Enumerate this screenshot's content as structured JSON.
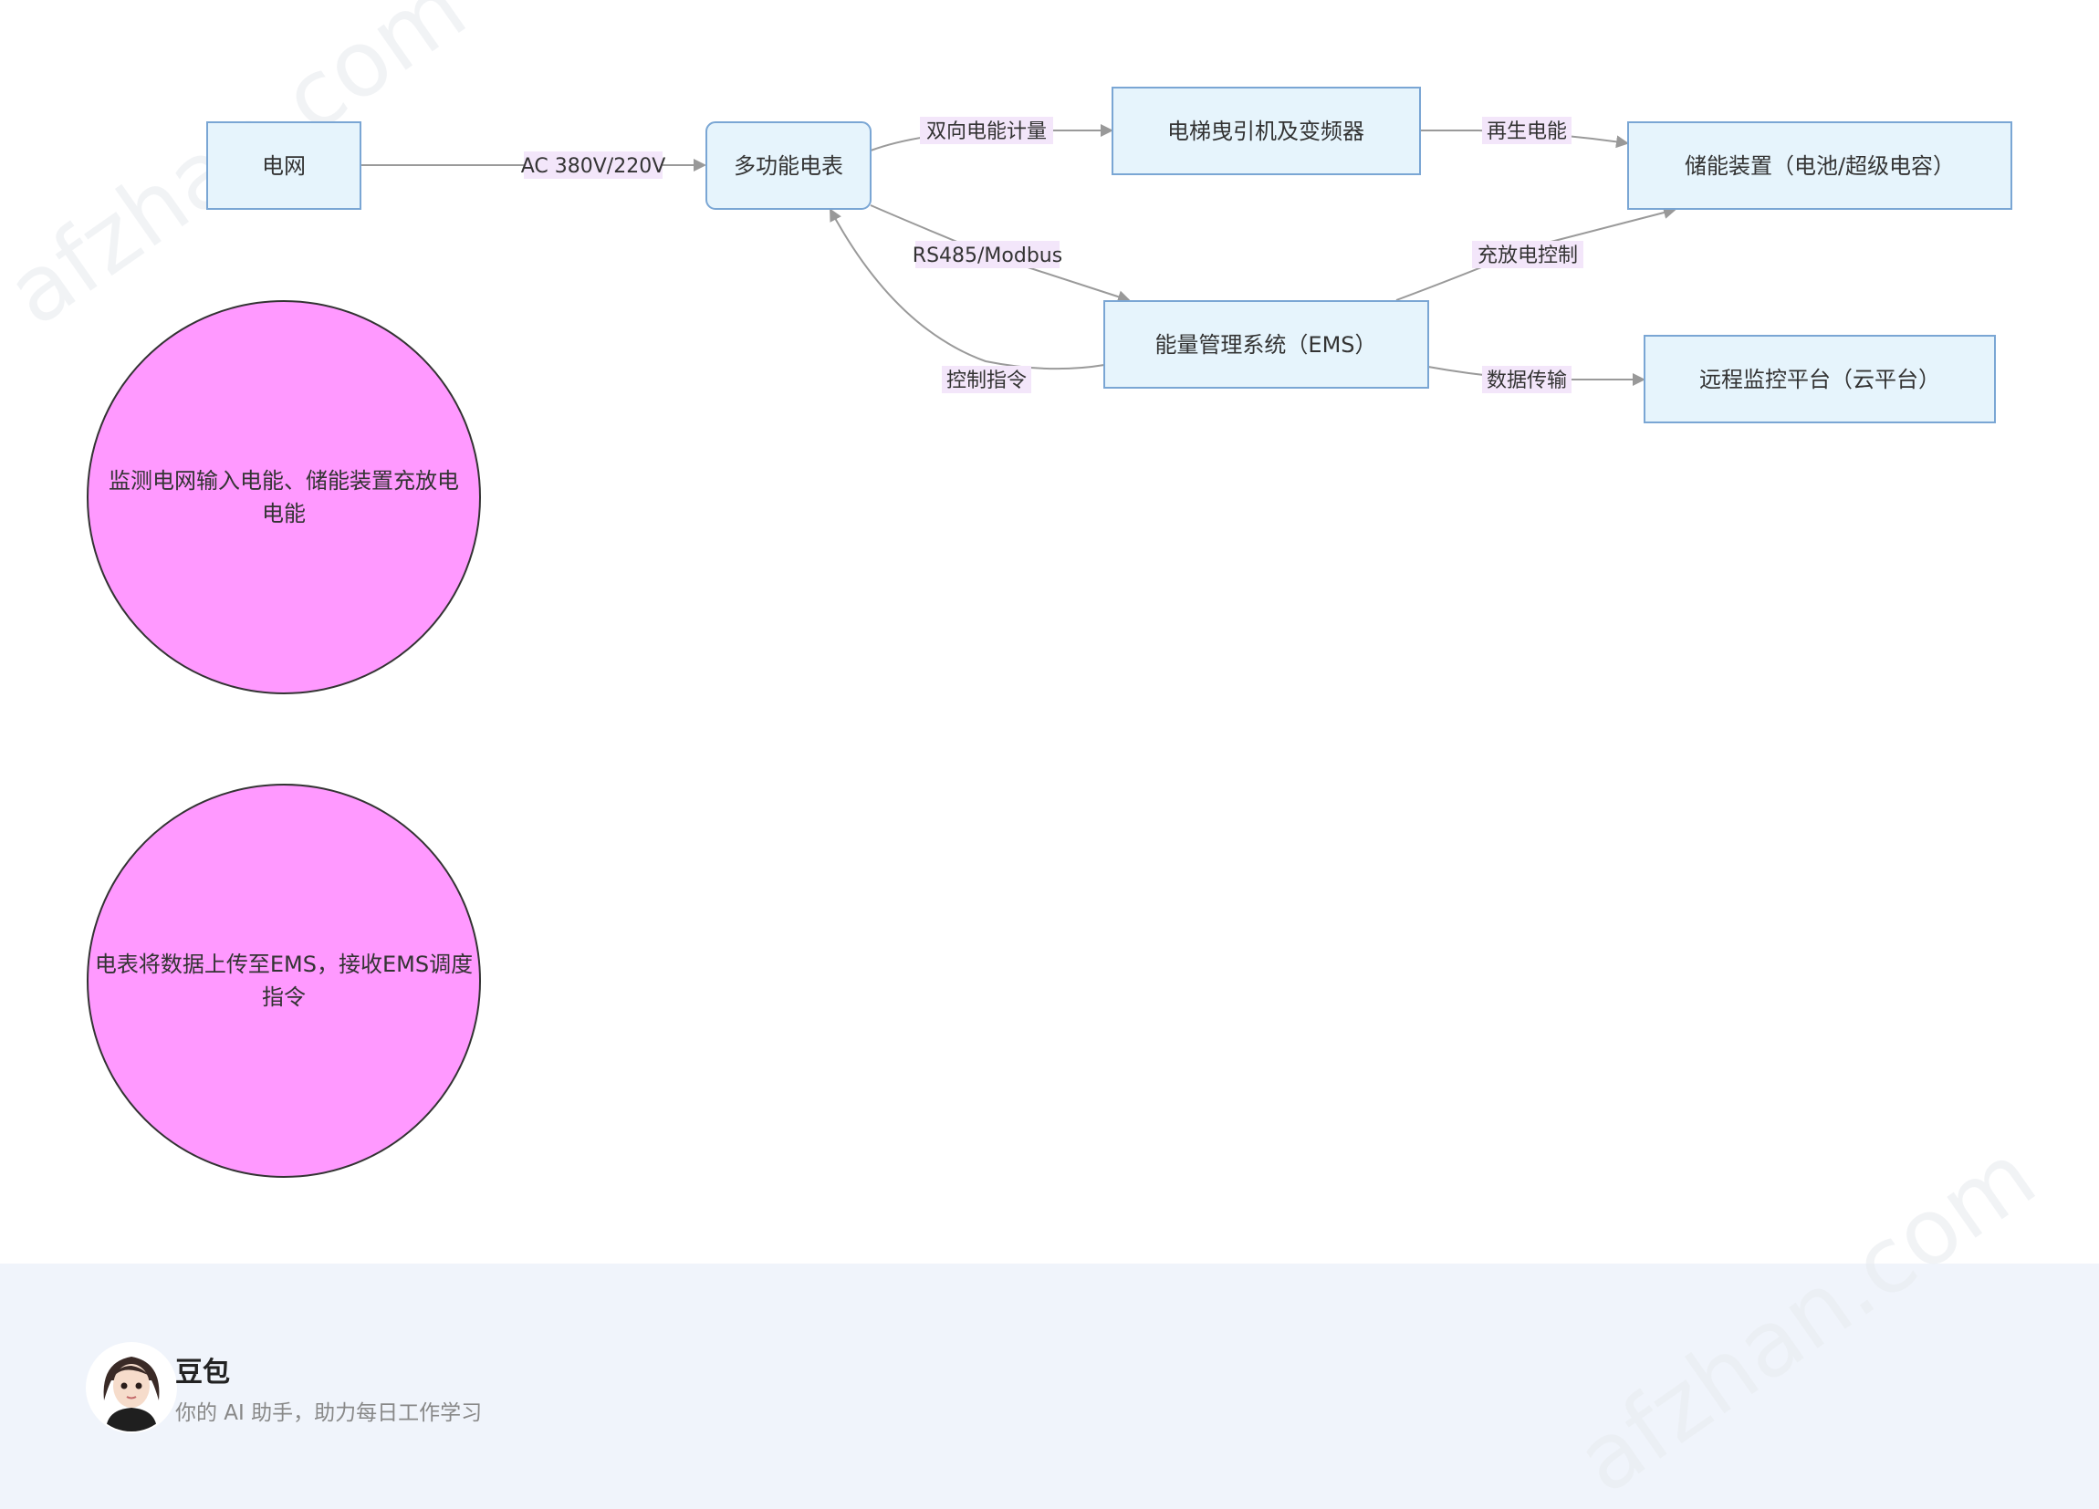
{
  "diagram": {
    "nodes": {
      "grid": "电网",
      "meter": "多功能电表",
      "elevator": "电梯曳引机及变频器",
      "storage": "储能装置（电池/超级电容）",
      "ems": "能量管理系统（EMS）",
      "cloud": "远程监控平台（云平台）"
    },
    "edges": {
      "grid_meter": "AC 380V/220V",
      "meter_elevator": "双向电能计量",
      "elevator_storage": "再生电能",
      "meter_ems": "RS485/Modbus",
      "ems_storage": "充放电控制",
      "ems_meter": "控制指令",
      "ems_cloud": "数据传输"
    },
    "notes": {
      "note1_line1": "监测电网输入电能、储能装置充放电",
      "note1_line2": "电能",
      "note2_line1": "电表将数据上传至EMS，接收EMS调度",
      "note2_line2": "指令"
    },
    "colors": {
      "node_fill": "#e6f4fc",
      "node_stroke": "#7aa6d4",
      "note_fill": "#ff99ff",
      "edge_label_bg": "#f3e6fa",
      "footer_bg": "#f0f4fb"
    }
  },
  "watermark": {
    "text": "afzhan.com"
  },
  "footer": {
    "brand_name": "豆包",
    "tagline": "你的 AI 助手，助力每日工作学习",
    "avatar_icon": "avatar-girl-icon"
  }
}
